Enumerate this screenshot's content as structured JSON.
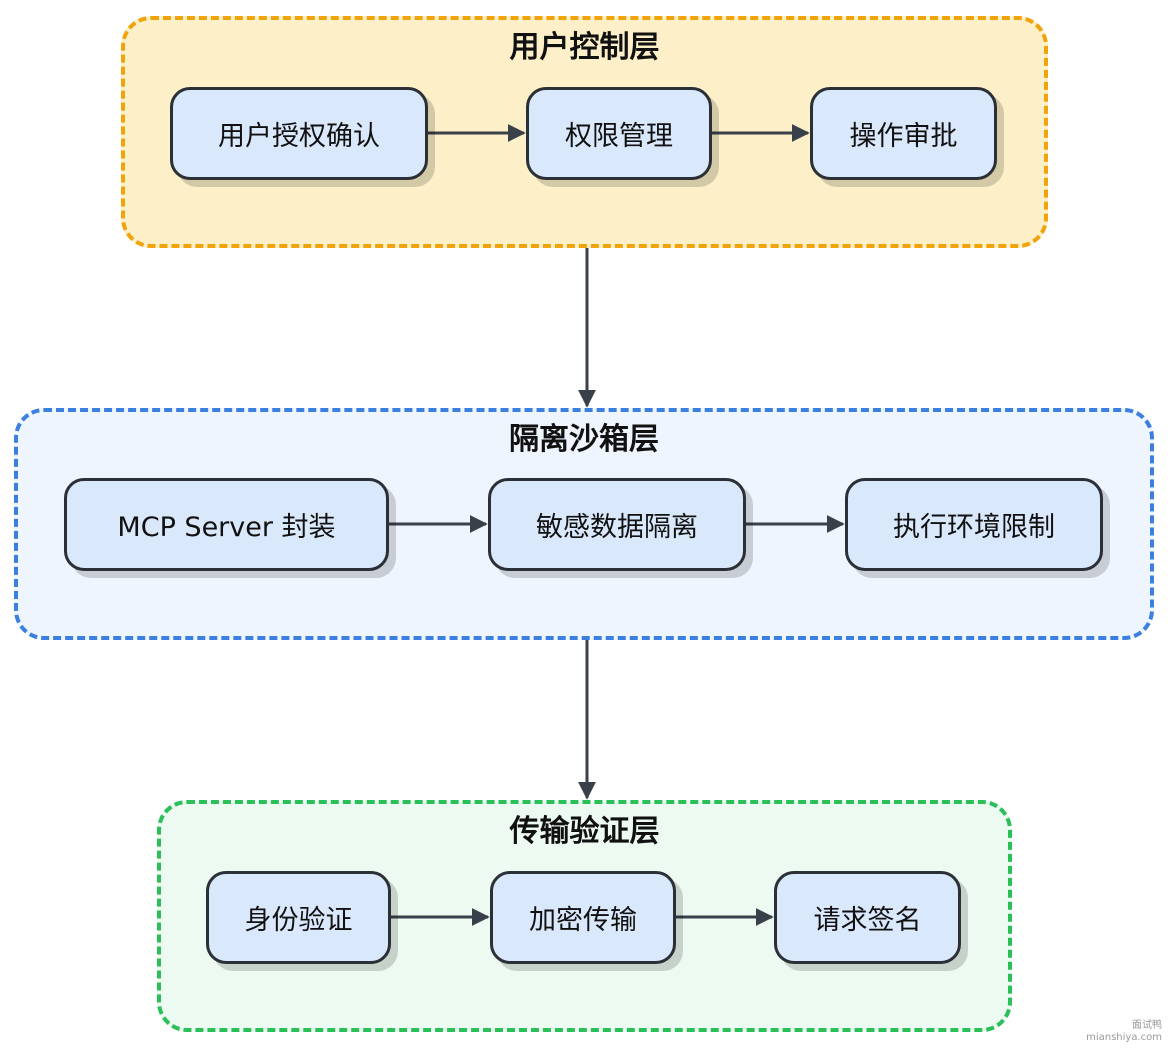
{
  "colors": {
    "layer_user_border": "#f0a30a",
    "layer_user_fill": "#fdf0c8",
    "layer_sandbox_border": "#3b7fe0",
    "layer_sandbox_fill": "#eff5fe",
    "layer_transport_border": "#2bbf5a",
    "layer_transport_fill": "#ecfaf1",
    "node_fill": "#dae8fc",
    "node_border": "#2b2f36",
    "arrow": "#3a4049"
  },
  "layers": {
    "user_control": {
      "title": "用户控制层",
      "nodes": [
        "用户授权确认",
        "权限管理",
        "操作审批"
      ]
    },
    "sandbox": {
      "title": "隔离沙箱层",
      "nodes": [
        "MCP Server 封装",
        "敏感数据隔离",
        "执行环境限制"
      ]
    },
    "transport": {
      "title": "传输验证层",
      "nodes": [
        "身份验证",
        "加密传输",
        "请求签名"
      ]
    }
  },
  "watermark": {
    "line1": "面试鸭",
    "line2": "mianshiya.com"
  }
}
